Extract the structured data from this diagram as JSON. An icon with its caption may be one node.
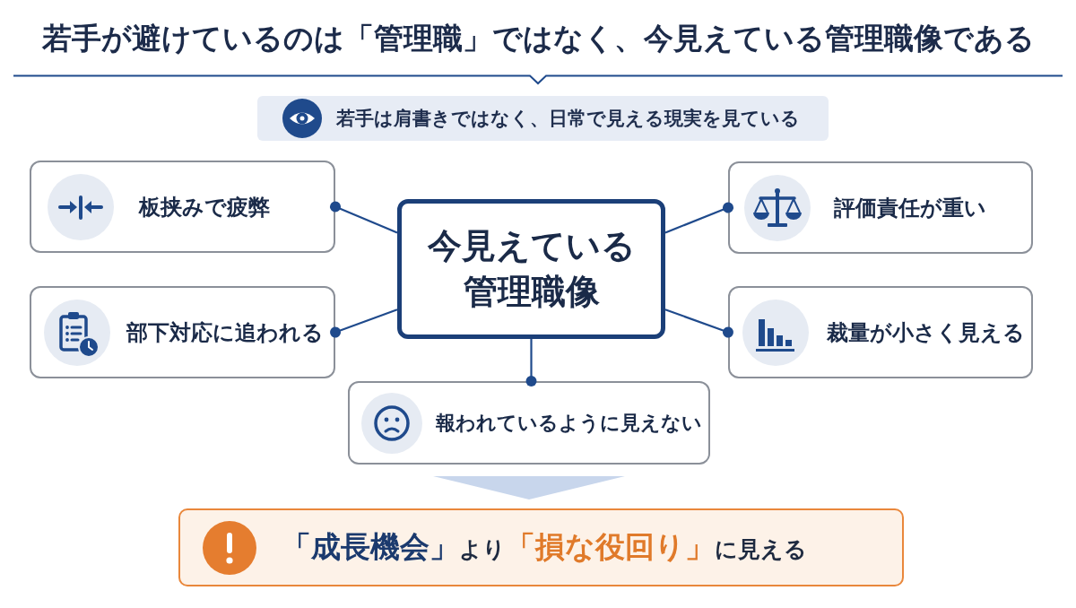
{
  "diagram": {
    "title": "若手が避けているのは「管理職」ではなく、今見えている管理職像である",
    "nodes": [
      {
        "text": [
          "若手は肩書きではなく、日常で見える現実を見ている"
        ]
      },
      {
        "text": [
          "板挟みで疲弊"
        ]
      },
      {
        "text": [
          "部下対応に追われる"
        ]
      },
      {
        "text": [
          "今見えている管理職像"
        ]
      },
      {
        "text": [
          "評価責任が重い"
        ]
      },
      {
        "text": [
          "裁量が小さく見える"
        ]
      },
      {
        "text": [
          "報われているように見えない"
        ]
      },
      {
        "text": [
          "**「成長機会」**より**「損な役回り」**に見える"
        ]
      }
    ],
    "edges": [
      {
        "from": 3,
        "to": 1,
        "arrow": "other"
      },
      {
        "from": 3,
        "to": 2,
        "arrow": "other"
      },
      {
        "from": 3,
        "to": 4,
        "arrow": "other"
      },
      {
        "from": 3,
        "to": 5,
        "arrow": "other"
      },
      {
        "from": 3,
        "to": 6,
        "arrow": "other"
      },
      {
        "from": 6,
        "to": 7,
        "arrow": "to",
        "color": "#c8d6ec"
      }
    ]
  }
}
